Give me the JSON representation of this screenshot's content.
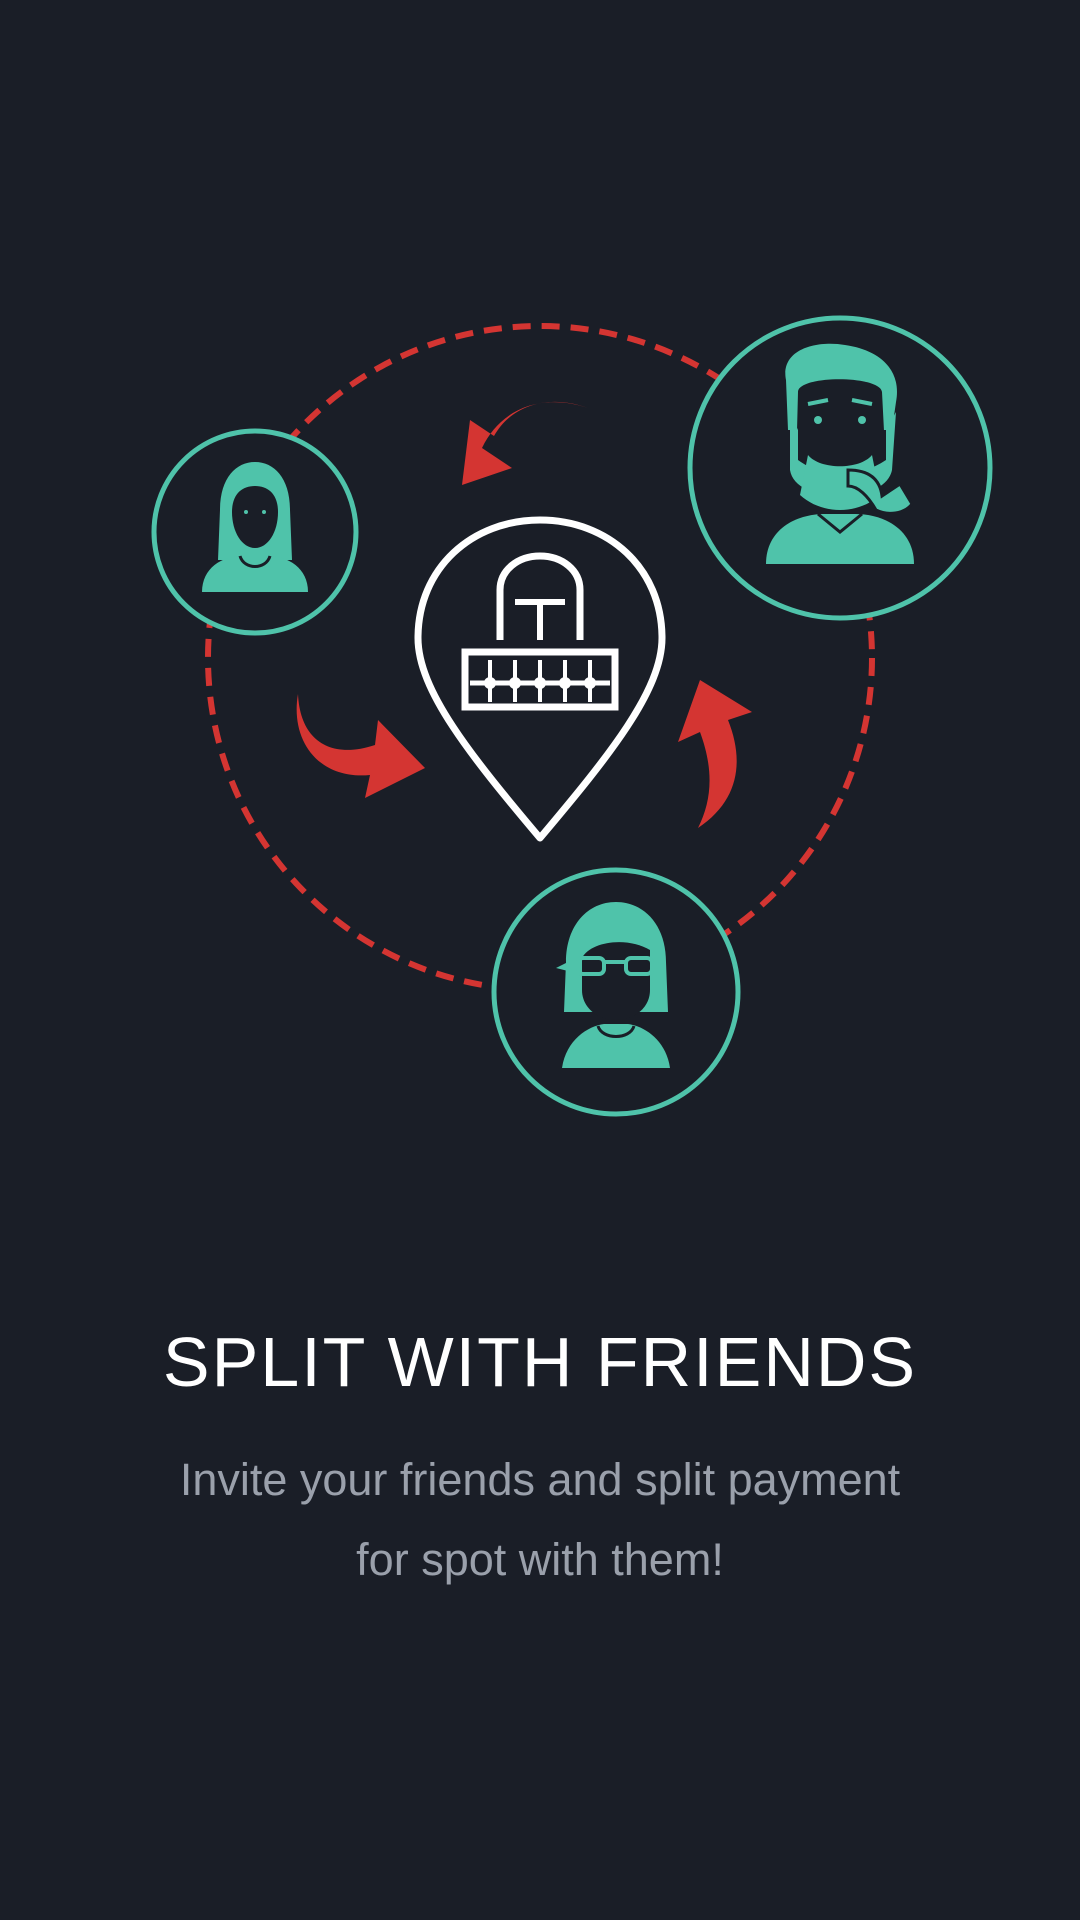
{
  "onboarding": {
    "title": "SPLIT WITH FRIENDS",
    "description_line_1": "Invite your friends and split payment",
    "description_line_2": "for spot with them!"
  },
  "illustration": {
    "icons": [
      "woman-avatar-icon",
      "bearded-man-avatar-icon",
      "woman-glasses-avatar-icon",
      "location-pin-building-icon",
      "arrow-icon"
    ],
    "colors": {
      "background": "#1a1e27",
      "avatar_teal": "#4fc3aa",
      "arrow_red": "#d43532",
      "pin_white": "#ffffff",
      "description_gray": "#9aa0ab"
    }
  }
}
